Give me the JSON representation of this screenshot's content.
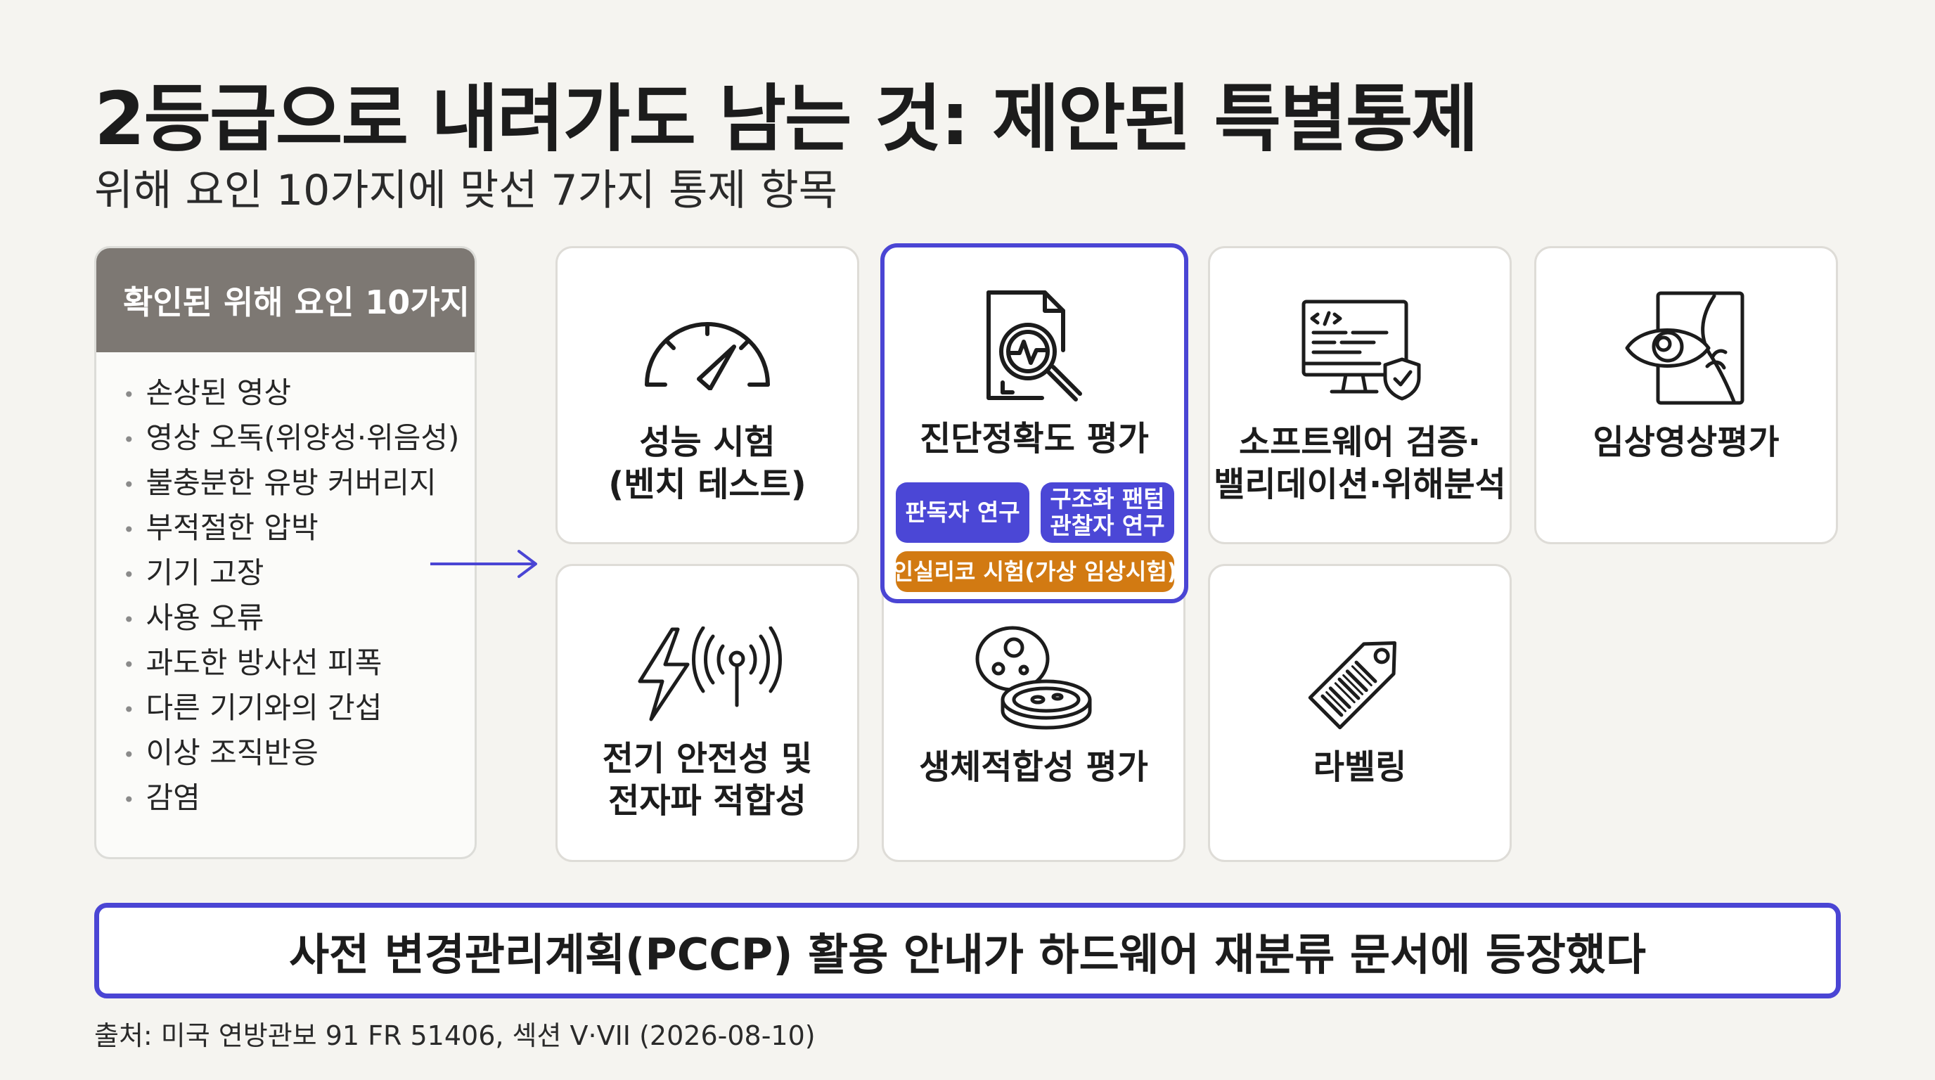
{
  "header": {
    "title": "2등급으로 내려가도 남는 것: 제안된 특별통제",
    "subtitle": "위해 요인 10가지에 맞선 7가지 통제 항목"
  },
  "hazards": {
    "heading": "확인된 위해 요인 10가지",
    "items": [
      "손상된 영상",
      "영상 오독(위양성·위음성)",
      "불충분한 유방 커버리지",
      "부적절한 압박",
      "기기 고장",
      "사용 오류",
      "과도한 방사선 피폭",
      "다른 기기와의 간섭",
      "이상 조직반응",
      "감염"
    ]
  },
  "controls": {
    "bench": {
      "line1": "성능 시험",
      "line2": "(벤치 테스트)",
      "icon": "gauge-icon"
    },
    "accuracy": {
      "label": "진단정확도 평가",
      "icon": "document-magnifier-icon",
      "chips": {
        "reader": "판독자 연구",
        "phantom_line1": "구조화 팬텀",
        "phantom_line2": "관찰자 연구",
        "in_silico": "인실리코 시험(가상 임상시험)"
      }
    },
    "software": {
      "line1": "소프트웨어 검증·",
      "line2": "밸리데이션·위해분석",
      "icon": "monitor-code-shield-icon"
    },
    "clinical": {
      "label": "임상영상평가",
      "icon": "eye-mammogram-icon"
    },
    "electrical": {
      "line1": "전기 안전성 및",
      "line2": "전자파 적합성",
      "icon": "lightning-antenna-icon"
    },
    "biocompat": {
      "label": "생체적합성 평가",
      "icon": "petri-dish-icon"
    },
    "labeling": {
      "label": "라벨링",
      "icon": "barcode-tag-icon"
    }
  },
  "banner": {
    "text": "사전 변경관리계획(PCCP) 활용 안내가 하드웨어 재분류 문서에 등장했다"
  },
  "footer": {
    "source": "출처: 미국 연방관보 91 FR 51406, 섹션 V·VII (2026-08-10)"
  },
  "colors": {
    "accent": "#4a45d4",
    "chip_blue": "#4b47d6",
    "chip_orange": "#d27a12",
    "hazard_header": "#7d7873",
    "background": "#f5f4f0"
  }
}
